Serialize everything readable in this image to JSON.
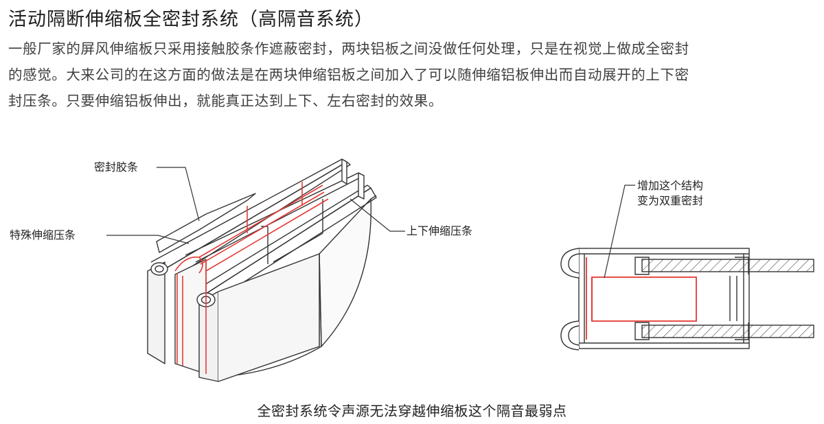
{
  "title": "活动隔断伸缩板全密封系统（高隔音系统）",
  "intro_lines": [
    "一般厂家的屏风伸缩板只采用接触胶条作遮蔽密封，两块铝板之间没做任何处理，只是在视觉上做成全密封",
    "的感觉。大来公司的在这方面的做法是在两块伸缩铝板之间加入了可以随伸缩铝板伸出而自动展开的上下密",
    "封压条。只要伸缩铝板伸出，就能真正达到上下、左右密封的效果。"
  ],
  "labels": {
    "seal_strip": "密封胶条",
    "special_strip": "特殊伸缩压条",
    "updown_strip": "上下伸缩压条",
    "added_line1": "增加这个结构",
    "added_line2": "变为双重密封"
  },
  "caption": "全密封系统令声源无法穿越伸缩板这个隔音最弱点",
  "colors": {
    "seal_red": "#e53935",
    "line": "#333333",
    "hatch": "#555555"
  }
}
